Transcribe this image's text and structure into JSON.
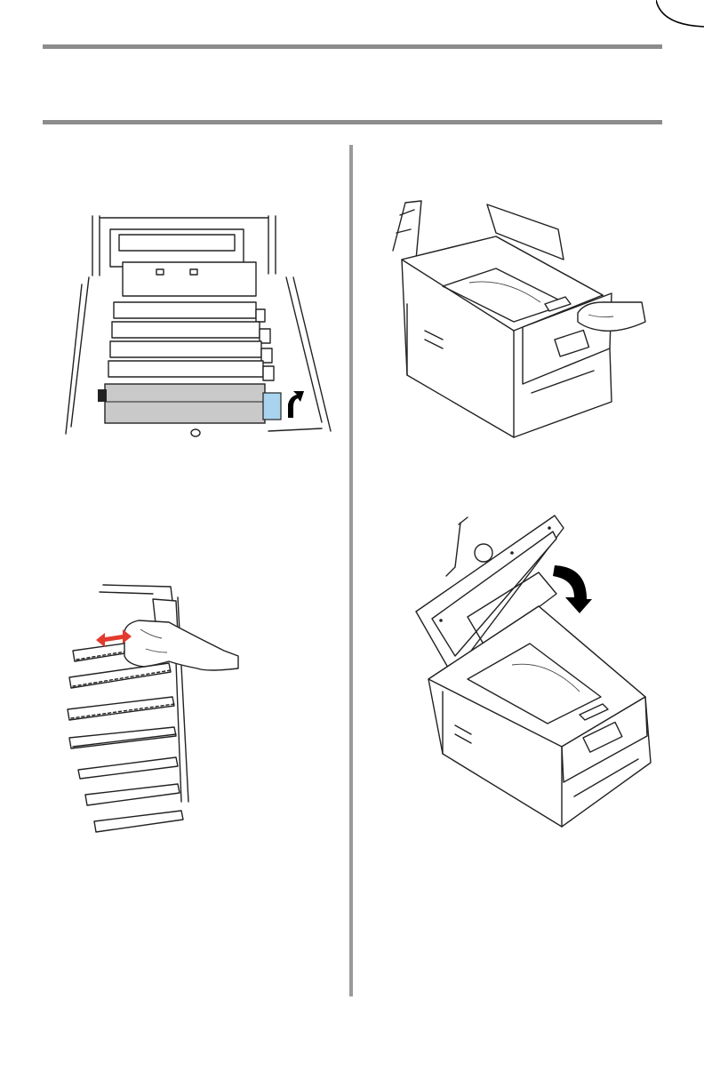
{
  "page": {
    "background": "#ffffff",
    "rule_color": "#8c8c8c",
    "divider_color": "#9a9a9a"
  },
  "figures": {
    "left_top": {
      "icon": "printer-drum-cartridges-illustration",
      "accent_color": "#a8d4f0",
      "drum_color": "#c9c9c9"
    },
    "left_bottom": {
      "icon": "led-head-cleaning-illustration",
      "accent_color": "#e23a2e"
    },
    "right_top": {
      "icon": "printer-top-cover-closing-illustration"
    },
    "right_bottom": {
      "icon": "scanner-lid-closing-illustration",
      "arrow_color": "#000000"
    }
  }
}
